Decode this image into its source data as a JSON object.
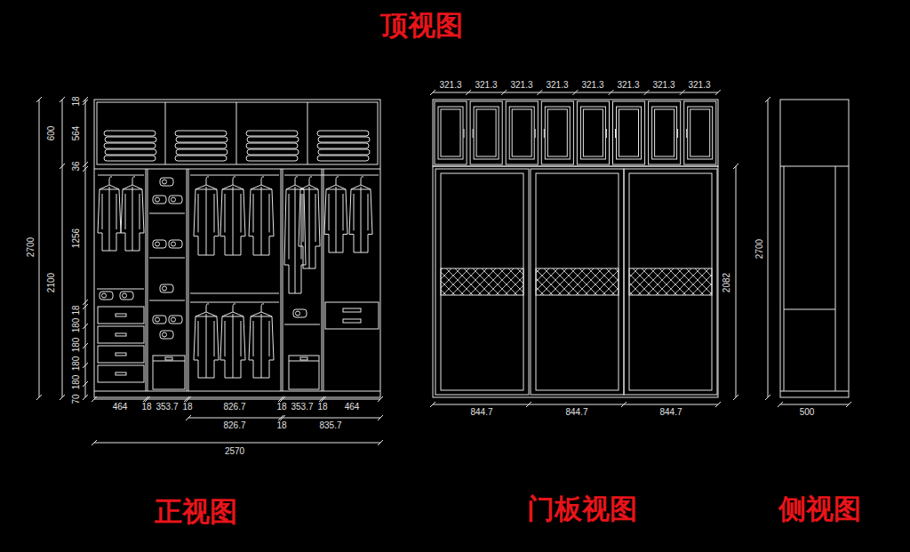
{
  "diagram": {
    "title": "顶视图",
    "labels": [
      "2700",
      "600",
      "2100",
      "18",
      "564",
      "36",
      "1256",
      "18",
      "180",
      "180",
      "180",
      "180",
      "70",
      "464",
      "18",
      "353.7",
      "18",
      "826.7",
      "18",
      "353.7",
      "18",
      "464",
      "826.7",
      "18",
      "835.7",
      "2570",
      "321.3",
      "321.3",
      "321.3",
      "321.3",
      "321.3",
      "321.3",
      "321.3",
      "321.3",
      "2082",
      "844.7",
      "844.7",
      "844.7",
      "2700",
      "500",
      "正视图",
      "门板视图",
      "侧视图"
    ]
  }
}
